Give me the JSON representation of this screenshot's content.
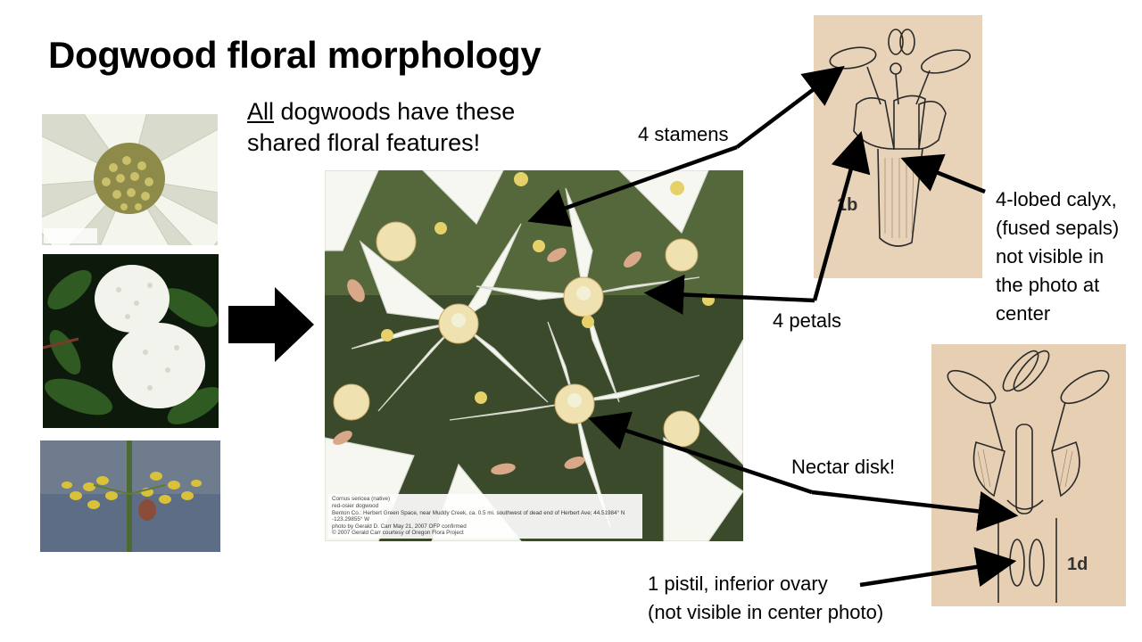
{
  "slide": {
    "title": "Dogwood floral morphology",
    "intro_underlined": "All",
    "intro_rest_line1": " dogwoods have these",
    "intro_line2": "shared floral features!"
  },
  "labels": {
    "stamens": "4 stamens",
    "petals": "4 petals",
    "calyx": [
      "4-lobed calyx,",
      "(fused sepals)",
      "not visible in",
      "the photo at",
      "center"
    ],
    "nectar": "Nectar disk!",
    "pistil": [
      "1 pistil, inferior ovary",
      "(not visible in center photo)"
    ]
  },
  "center_photo_caption": "Cornus sericea (native)\nred-osier dogwood\nBenton Co.: Herbert Green Space, near Muddy Creek, ca. 0.5 mi. southwest of dead end of Herbert Ave; 44.51984° N -123.29855° W\nphoto by Gerald D. Carr May 21, 2007 OFP confirmed\n© 2007 Gerald Carr  courtesy of Oregon Flora Project",
  "sketch_labels": {
    "upper": "1b",
    "lower": "1d"
  },
  "colors": {
    "arrow": "#000000",
    "sketch_bg": "#e8d3b8",
    "photo_leaf": "#2f4a1c",
    "petal": "#f7f7f2"
  },
  "icons": {
    "big_arrow": "arrow-right-icon"
  }
}
